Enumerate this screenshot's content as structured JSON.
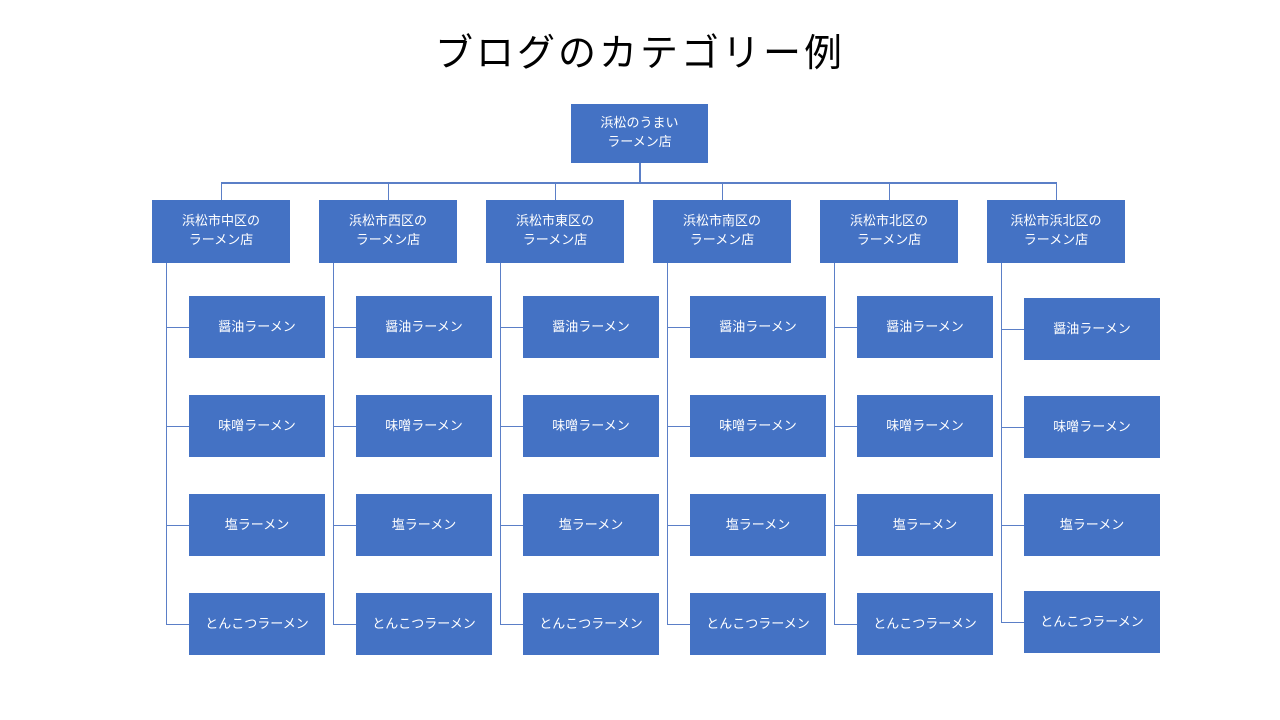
{
  "title": "ブログのカテゴリー例",
  "theme": {
    "node_fill": "#4472C4",
    "node_text": "#FFFFFF",
    "connector": "#5B7FC7",
    "background": "#FFFFFF",
    "title_text": "#000000"
  },
  "root": {
    "line1": "浜松のうまい",
    "line2": "ラーメン店"
  },
  "branches": [
    {
      "line1": "浜松市中区の",
      "line2": "ラーメン店"
    },
    {
      "line1": "浜松市西区の",
      "line2": "ラーメン店"
    },
    {
      "line1": "浜松市東区の",
      "line2": "ラーメン店"
    },
    {
      "line1": "浜松市南区の",
      "line2": "ラーメン店"
    },
    {
      "line1": "浜松市北区の",
      "line2": "ラーメン店"
    },
    {
      "line1": "浜松市浜北区の",
      "line2": "ラーメン店"
    }
  ],
  "leaves": [
    {
      "label": "醤油ラーメン"
    },
    {
      "label": "味噌ラーメン"
    },
    {
      "label": "塩ラーメン"
    },
    {
      "label": "とんこつラーメン"
    }
  ],
  "columns": [
    {
      "branch_index": 0,
      "leaves": [
        {
          "label": "醤油ラーメン"
        },
        {
          "label": "味噌ラーメン"
        },
        {
          "label": "塩ラーメン"
        },
        {
          "label": "とんこつラーメン"
        }
      ]
    },
    {
      "branch_index": 1,
      "leaves": [
        {
          "label": "醤油ラーメン"
        },
        {
          "label": "味噌ラーメン"
        },
        {
          "label": "塩ラーメン"
        },
        {
          "label": "とんこつラーメン"
        }
      ]
    },
    {
      "branch_index": 2,
      "leaves": [
        {
          "label": "醤油ラーメン"
        },
        {
          "label": "味噌ラーメン"
        },
        {
          "label": "塩ラーメン"
        },
        {
          "label": "とんこつラーメン"
        }
      ]
    },
    {
      "branch_index": 3,
      "leaves": [
        {
          "label": "醤油ラーメン"
        },
        {
          "label": "味噌ラーメン"
        },
        {
          "label": "塩ラーメン"
        },
        {
          "label": "とんこつラーメン"
        }
      ]
    },
    {
      "branch_index": 4,
      "leaves": [
        {
          "label": "醤油ラーメン"
        },
        {
          "label": "味噌ラーメン"
        },
        {
          "label": "塩ラーメン"
        },
        {
          "label": "とんこつラーメン"
        }
      ]
    },
    {
      "branch_index": 5,
      "leaves": [
        {
          "label": "醤油ラーメン"
        },
        {
          "label": "味噌ラーメン"
        },
        {
          "label": "塩ラーメン"
        },
        {
          "label": "とんこつラーメン"
        }
      ]
    }
  ]
}
